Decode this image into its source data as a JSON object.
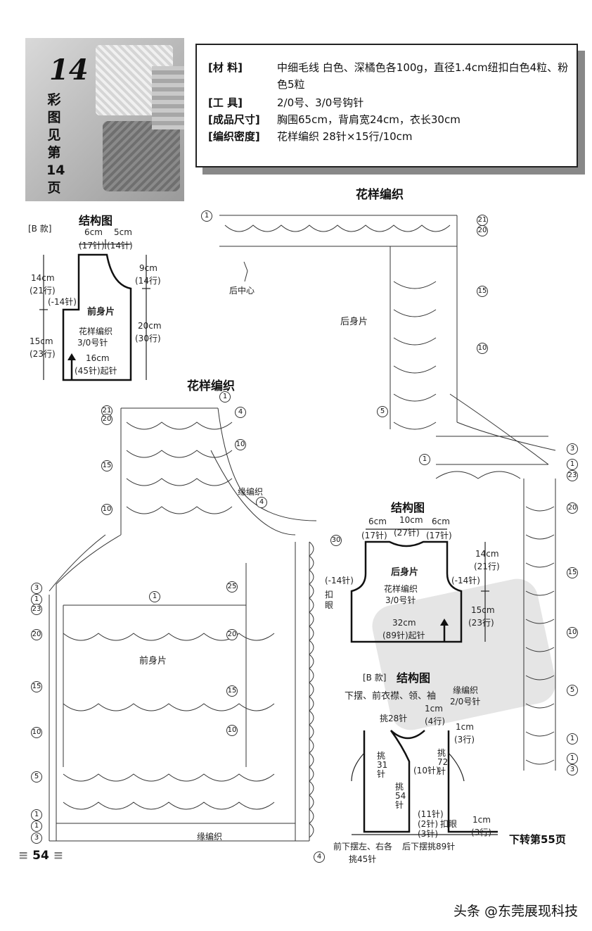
{
  "header": {
    "number": "14",
    "see_page": "彩图见第14页"
  },
  "specs": [
    {
      "key": "[材 料]",
      "value": "中细毛线 白色、深橘色各100g，直径1.4cm纽扣白色4粒、粉色5粒"
    },
    {
      "key": "[工 具]",
      "value": "2/0号、3/0号钩针"
    },
    {
      "key": "[成品尺寸]",
      "value": "胸围65cm，背肩宽24cm，衣长30cm"
    },
    {
      "key": "[编织密度]",
      "value": "花样编织 28针×15行/10cm"
    }
  ],
  "front_structure": {
    "variant": "[B 款]",
    "title": "结构图",
    "piece": "前身片",
    "stitch": "花样编织",
    "hook": "3/0号针",
    "dims": {
      "top1": "6cm",
      "top1s": "(17针)",
      "top2": "5cm",
      "top2s": "(14针)",
      "left1": "14cm",
      "left1s": "(21行)",
      "dec": "(-14针)",
      "left2": "15cm",
      "left2s": "(23行)",
      "right1": "9cm",
      "right1s": "(14行)",
      "right2": "20cm",
      "right2s": "(30行)",
      "bottom": "16cm",
      "bottoms": "(45针)起针"
    }
  },
  "back_structure": {
    "title": "结构图",
    "piece": "后身片",
    "stitch": "花样编织",
    "hook": "3/0号针",
    "dims": {
      "top1": "6cm",
      "top1s": "(17针)",
      "top2": "10cm",
      "top2s": "(27针)",
      "top3": "6cm",
      "top3s": "(17针)",
      "decL": "(-14针)",
      "decR": "(-14针)",
      "right1": "14cm",
      "right1s": "(21行)",
      "right2": "15cm",
      "right2s": "(23行)",
      "bottom": "32cm",
      "bottoms": "(89针)起针"
    }
  },
  "pattern_back": {
    "title": "花样编织",
    "center": "后中心",
    "piece": "后身片"
  },
  "pattern_front": {
    "title": "花样编织",
    "edge1": "缘编织",
    "edge2": "缘编织",
    "piece": "前身片",
    "buttonhole": "扣眼"
  },
  "edging_structure": {
    "variant": "[B 款]",
    "title": "结构图",
    "subtitle": "下摆、前衣襟、领、袖",
    "stitch": "缘编织",
    "hook": "2/0号针",
    "pick28": "挑28针",
    "c1": "1cm",
    "c1s": "(4行)",
    "c2": "1cm",
    "c2s": "(3行)",
    "c3": "1cm",
    "c3s": "(3行)",
    "pick31": "挑31针",
    "pick72": "挑72针",
    "pick54": "挑54针",
    "s10": "(10针)",
    "s11": "(11针)",
    "s2": "(2针)",
    "s3": "(3针)",
    "buttonhole": "扣眼",
    "front_hem": "前下摆左、右各",
    "pick45": "挑45针",
    "back_hem": "后下摆挑89针"
  },
  "row_marks": {
    "r1": "1",
    "r3": "3",
    "r4": "4",
    "r5": "5",
    "r10": "10",
    "r15": "15",
    "r20": "20",
    "r21": "21",
    "r23": "23",
    "r25": "25",
    "r30": "30"
  },
  "footer": {
    "continue": "下转第55页",
    "page": "54",
    "watermark": "头条 @东莞展现科技"
  }
}
